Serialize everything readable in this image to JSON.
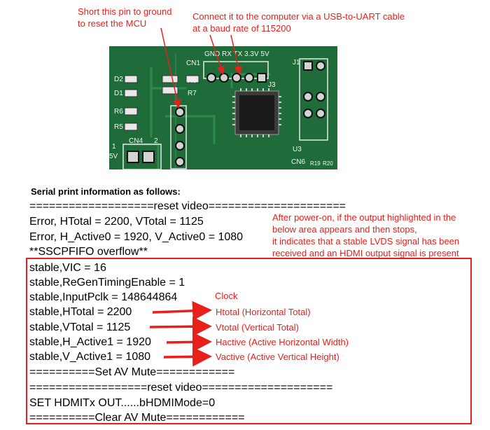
{
  "annotations": {
    "reset_note": [
      "Short this pin to ground",
      "to reset the MCU"
    ],
    "uart_note": [
      "Connect it to the computer via a USB-to-UART cable",
      "at a baud rate of 115200"
    ],
    "power_note": [
      "After power-on, if the output highlighted in the",
      "below area appears and then stops,",
      "it indicates that a stable LVDS signal has been",
      "received and an HDMI output signal is present"
    ],
    "clock": "Clock",
    "htotal": "Htotal (Horizontal Total)",
    "vtotal": "Vtotal (Vertical Total)",
    "hactive": "Hactive (Active Horizontal Width)",
    "vactive": "Vactive (Active Vertical Height)"
  },
  "board": {
    "header_labels": "GND RX TX 3.3V 5V",
    "cn1": "CN1",
    "cn4": "CN4",
    "cn6": "CN6",
    "j1": "J1",
    "j3": "J3",
    "u3": "U3",
    "r19": "R19",
    "r20": "R20",
    "d2": "D2",
    "d1": "D1",
    "r8": "R8",
    "r7": "R7",
    "r6": "R6",
    "r5": "R5",
    "pin1": "1",
    "pin2": "2",
    "v5": "5V"
  },
  "serial_heading": "Serial print information as follows:",
  "log_lines": [
    " ===================reset video=====================",
    "Error, HTotal = 2200, VTotal = 1125",
    "Error, H_Active0 = 1920, V_Active0 = 1080",
    "**SSCPFIFO overflow**",
    "stable,VIC = 16",
    "stable,ReGenTimingEnable = 1",
    "stable,InputPclk = 148644864",
    "stable,HTotal = 2200",
    "stable,VTotal = 1125",
    "stable,H_Active1 = 1920",
    "stable,V_Active1 = 1080",
    "==========Set AV Mute============",
    " ==================reset video====================",
    "SET HDMITx OUT......bHDMIMode=0",
    "==========Clear AV Mute============"
  ],
  "colors": {
    "annotation_red": "#e8201c",
    "pcb_green": "#1f6b3a"
  }
}
